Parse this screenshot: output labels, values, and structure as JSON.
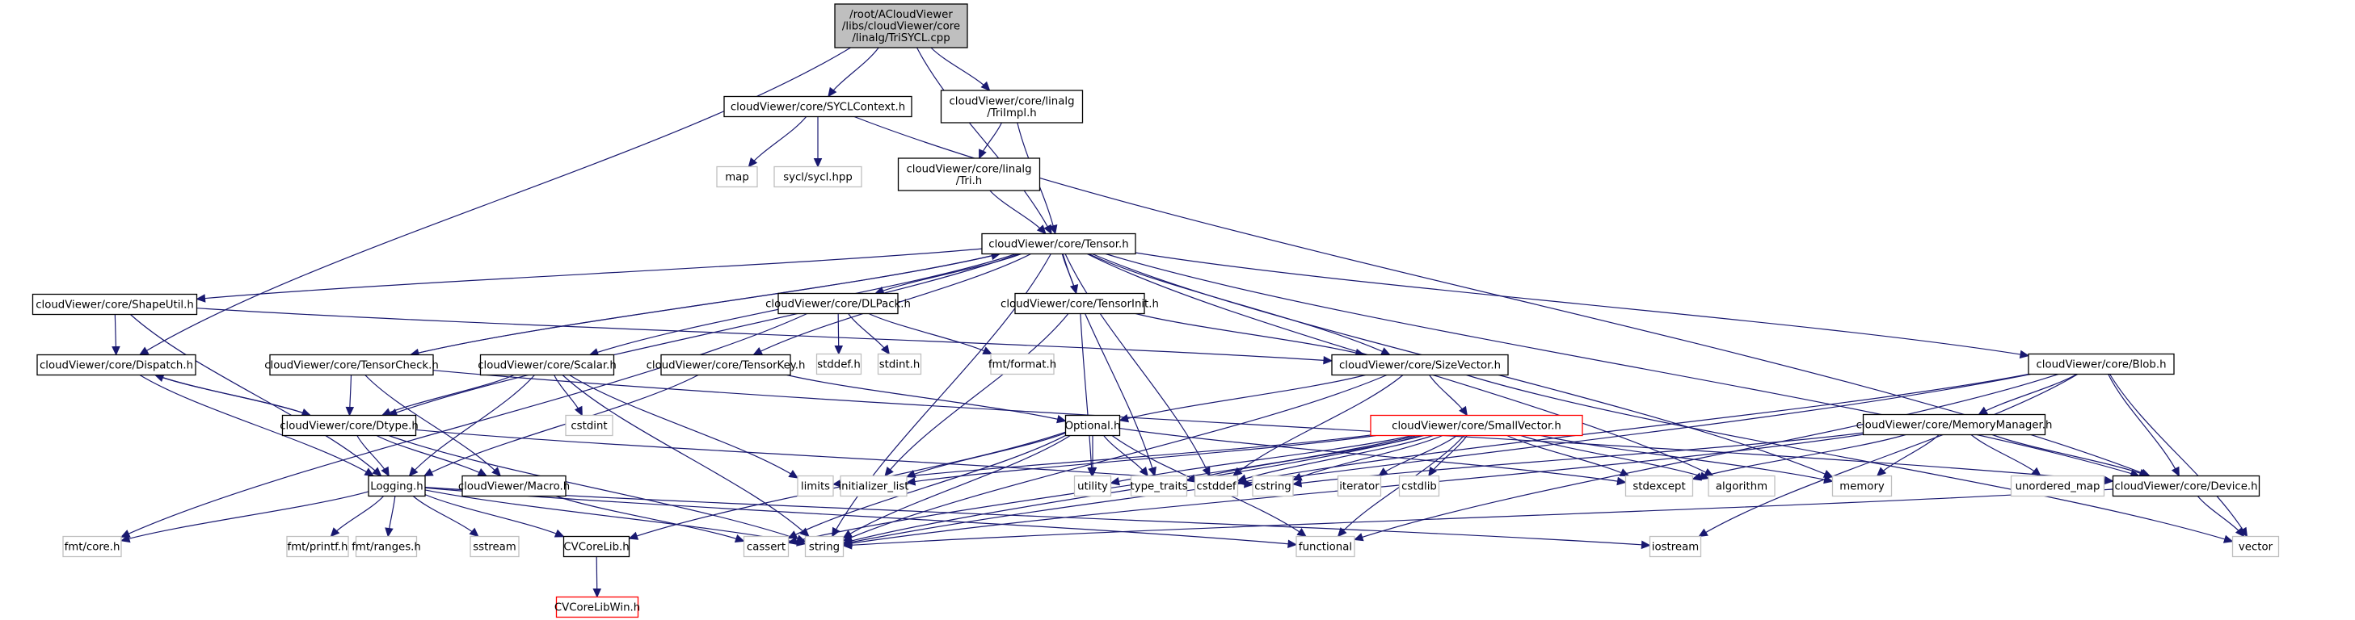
{
  "title": "Include dependency graph for TriSYCL.cpp",
  "colors": {
    "edge": "#191970",
    "root_fill": "#bfbfbf",
    "missing_border": "#ff0000",
    "system_border": "#bfbfbf"
  },
  "nodes": [
    {
      "id": "root",
      "kind": "root",
      "lines": [
        "/root/ACloudViewer",
        "/libs/cloudViewer/core",
        "/linalg/TriSYCL.cpp"
      ]
    },
    {
      "id": "syclctx",
      "kind": "local",
      "lines": [
        "cloudViewer/core/SYCLContext.h"
      ]
    },
    {
      "id": "triimpl",
      "kind": "local",
      "lines": [
        "cloudViewer/core/linalg",
        "/TriImpl.h"
      ]
    },
    {
      "id": "map",
      "kind": "system",
      "lines": [
        "map"
      ]
    },
    {
      "id": "syclhpp",
      "kind": "system",
      "lines": [
        "sycl/sycl.hpp"
      ]
    },
    {
      "id": "tri",
      "kind": "local",
      "lines": [
        "cloudViewer/core/linalg",
        "/Tri.h"
      ]
    },
    {
      "id": "tensor",
      "kind": "local",
      "lines": [
        "cloudViewer/core/Tensor.h"
      ]
    },
    {
      "id": "shapeutil",
      "kind": "local",
      "lines": [
        "cloudViewer/core/ShapeUtil.h"
      ]
    },
    {
      "id": "dlpack",
      "kind": "local",
      "lines": [
        "cloudViewer/core/DLPack.h"
      ]
    },
    {
      "id": "tensorinit",
      "kind": "local",
      "lines": [
        "cloudViewer/core/TensorInit.h"
      ]
    },
    {
      "id": "blob",
      "kind": "local",
      "lines": [
        "cloudViewer/core/Blob.h"
      ]
    },
    {
      "id": "dispatch",
      "kind": "local",
      "lines": [
        "cloudViewer/core/Dispatch.h"
      ]
    },
    {
      "id": "tensorcheck",
      "kind": "local",
      "lines": [
        "cloudViewer/core/TensorCheck.h"
      ]
    },
    {
      "id": "scalar",
      "kind": "local",
      "lines": [
        "cloudViewer/core/Scalar.h"
      ]
    },
    {
      "id": "tensorkey",
      "kind": "local",
      "lines": [
        "cloudViewer/core/TensorKey.h"
      ]
    },
    {
      "id": "stddef",
      "kind": "system",
      "lines": [
        "stddef.h"
      ]
    },
    {
      "id": "stdint",
      "kind": "system",
      "lines": [
        "stdint.h"
      ]
    },
    {
      "id": "fmtformat",
      "kind": "system",
      "lines": [
        "fmt/format.h"
      ]
    },
    {
      "id": "sizevector",
      "kind": "local",
      "lines": [
        "cloudViewer/core/SizeVector.h"
      ]
    },
    {
      "id": "dtype",
      "kind": "local",
      "lines": [
        "cloudViewer/core/Dtype.h"
      ]
    },
    {
      "id": "cstdint",
      "kind": "system",
      "lines": [
        "cstdint"
      ]
    },
    {
      "id": "optional",
      "kind": "local",
      "lines": [
        "Optional.h"
      ]
    },
    {
      "id": "smallvector",
      "kind": "missing",
      "lines": [
        "cloudViewer/core/SmallVector.h"
      ]
    },
    {
      "id": "memorymanager",
      "kind": "local",
      "lines": [
        "cloudViewer/core/MemoryManager.h"
      ]
    },
    {
      "id": "logging",
      "kind": "local",
      "lines": [
        "Logging.h"
      ]
    },
    {
      "id": "macro",
      "kind": "local",
      "lines": [
        "cloudViewer/Macro.h"
      ]
    },
    {
      "id": "limits",
      "kind": "system",
      "lines": [
        "limits"
      ]
    },
    {
      "id": "initlist",
      "kind": "system",
      "lines": [
        "initializer_list"
      ]
    },
    {
      "id": "utility",
      "kind": "system",
      "lines": [
        "utility"
      ]
    },
    {
      "id": "typetraits",
      "kind": "system",
      "lines": [
        "type_traits"
      ]
    },
    {
      "id": "cstddef",
      "kind": "system",
      "lines": [
        "cstddef"
      ]
    },
    {
      "id": "cstring",
      "kind": "system",
      "lines": [
        "cstring"
      ]
    },
    {
      "id": "iterator",
      "kind": "system",
      "lines": [
        "iterator"
      ]
    },
    {
      "id": "cstdlib",
      "kind": "system",
      "lines": [
        "cstdlib"
      ]
    },
    {
      "id": "stdexcept",
      "kind": "system",
      "lines": [
        "stdexcept"
      ]
    },
    {
      "id": "algorithm",
      "kind": "system",
      "lines": [
        "algorithm"
      ]
    },
    {
      "id": "memory",
      "kind": "system",
      "lines": [
        "memory"
      ]
    },
    {
      "id": "unorderedmap",
      "kind": "system",
      "lines": [
        "unordered_map"
      ]
    },
    {
      "id": "device",
      "kind": "local",
      "lines": [
        "cloudViewer/core/Device.h"
      ]
    },
    {
      "id": "fmtcore",
      "kind": "system",
      "lines": [
        "fmt/core.h"
      ]
    },
    {
      "id": "fmtprintf",
      "kind": "system",
      "lines": [
        "fmt/printf.h"
      ]
    },
    {
      "id": "fmtranges",
      "kind": "system",
      "lines": [
        "fmt/ranges.h"
      ]
    },
    {
      "id": "sstream",
      "kind": "system",
      "lines": [
        "sstream"
      ]
    },
    {
      "id": "cvcorelib",
      "kind": "local",
      "lines": [
        "CVCoreLib.h"
      ]
    },
    {
      "id": "cassert",
      "kind": "system",
      "lines": [
        "cassert"
      ]
    },
    {
      "id": "string",
      "kind": "system",
      "lines": [
        "string"
      ]
    },
    {
      "id": "functional",
      "kind": "system",
      "lines": [
        "functional"
      ]
    },
    {
      "id": "iostream",
      "kind": "system",
      "lines": [
        "iostream"
      ]
    },
    {
      "id": "vector",
      "kind": "system",
      "lines": [
        "vector"
      ]
    },
    {
      "id": "cvcorelibwin",
      "kind": "missing",
      "lines": [
        "CVCoreLibWin.h"
      ]
    }
  ],
  "edges": [
    [
      "root",
      "syclctx"
    ],
    [
      "root",
      "triimpl"
    ],
    [
      "root",
      "tensor"
    ],
    [
      "root",
      "dispatch"
    ],
    [
      "syclctx",
      "map"
    ],
    [
      "syclctx",
      "syclhpp"
    ],
    [
      "syclctx",
      "device"
    ],
    [
      "triimpl",
      "tri"
    ],
    [
      "triimpl",
      "tensor"
    ],
    [
      "tri",
      "tensor"
    ],
    [
      "tensor",
      "shapeutil"
    ],
    [
      "tensor",
      "dlpack"
    ],
    [
      "tensor",
      "tensorinit"
    ],
    [
      "tensor",
      "blob"
    ],
    [
      "tensor",
      "tensorcheck"
    ],
    [
      "tensor",
      "scalar"
    ],
    [
      "tensor",
      "tensorkey"
    ],
    [
      "tensor",
      "sizevector"
    ],
    [
      "tensor",
      "dtype"
    ],
    [
      "tensor",
      "device"
    ],
    [
      "tensor",
      "string"
    ],
    [
      "tensor",
      "typetraits"
    ],
    [
      "tensor",
      "cstddef"
    ],
    [
      "tensor",
      "memory"
    ],
    [
      "tensor",
      "algorithm"
    ],
    [
      "shapeutil",
      "dispatch"
    ],
    [
      "shapeutil",
      "sizevector"
    ],
    [
      "shapeutil",
      "logging"
    ],
    [
      "dlpack",
      "stddef"
    ],
    [
      "dlpack",
      "stdint"
    ],
    [
      "dlpack",
      "fmtformat"
    ],
    [
      "dlpack",
      "fmtcore"
    ],
    [
      "tensorinit",
      "sizevector"
    ],
    [
      "tensorinit",
      "initlist"
    ],
    [
      "tensorinit",
      "utility"
    ],
    [
      "blob",
      "memorymanager"
    ],
    [
      "blob",
      "device"
    ],
    [
      "blob",
      "cstddef"
    ],
    [
      "blob",
      "string"
    ],
    [
      "blob",
      "functional"
    ],
    [
      "blob",
      "iostream"
    ],
    [
      "blob",
      "vector"
    ],
    [
      "dispatch",
      "dtype"
    ],
    [
      "dispatch",
      "logging"
    ],
    [
      "tensorcheck",
      "dtype"
    ],
    [
      "tensorcheck",
      "tensor"
    ],
    [
      "tensorcheck",
      "macro"
    ],
    [
      "tensorcheck",
      "device"
    ],
    [
      "scalar",
      "dtype"
    ],
    [
      "scalar",
      "logging"
    ],
    [
      "scalar",
      "cstdint"
    ],
    [
      "scalar",
      "limits"
    ],
    [
      "scalar",
      "string"
    ],
    [
      "tensorkey",
      "optional"
    ],
    [
      "tensorkey",
      "logging"
    ],
    [
      "sizevector",
      "optional"
    ],
    [
      "sizevector",
      "smallvector"
    ],
    [
      "sizevector",
      "cstddef"
    ],
    [
      "sizevector",
      "string"
    ],
    [
      "sizevector",
      "vector"
    ],
    [
      "dtype",
      "logging"
    ],
    [
      "dtype",
      "macro"
    ],
    [
      "dtype",
      "dispatch"
    ],
    [
      "dtype",
      "string"
    ],
    [
      "dtype",
      "cstring"
    ],
    [
      "optional",
      "utility"
    ],
    [
      "optional",
      "typetraits"
    ],
    [
      "optional",
      "initlist"
    ],
    [
      "optional",
      "cassert"
    ],
    [
      "optional",
      "functional"
    ],
    [
      "optional",
      "stdexcept"
    ],
    [
      "optional",
      "string"
    ],
    [
      "optional",
      "cvcorelib"
    ],
    [
      "smallvector",
      "utility"
    ],
    [
      "smallvector",
      "typetraits"
    ],
    [
      "smallvector",
      "cstddef"
    ],
    [
      "smallvector",
      "cstring"
    ],
    [
      "smallvector",
      "iterator"
    ],
    [
      "smallvector",
      "cstdlib"
    ],
    [
      "smallvector",
      "algorithm"
    ],
    [
      "smallvector",
      "memory"
    ],
    [
      "smallvector",
      "stdexcept"
    ],
    [
      "smallvector",
      "initlist"
    ],
    [
      "smallvector",
      "limits"
    ],
    [
      "smallvector",
      "cassert"
    ],
    [
      "smallvector",
      "functional"
    ],
    [
      "smallvector",
      "string"
    ],
    [
      "memorymanager",
      "memory"
    ],
    [
      "memorymanager",
      "unorderedmap"
    ],
    [
      "memorymanager",
      "device"
    ],
    [
      "memorymanager",
      "stdexcept"
    ],
    [
      "memorymanager",
      "string"
    ],
    [
      "memorymanager",
      "cstring"
    ],
    [
      "logging",
      "fmtcore"
    ],
    [
      "logging",
      "fmtprintf"
    ],
    [
      "logging",
      "fmtranges"
    ],
    [
      "logging",
      "sstream"
    ],
    [
      "logging",
      "cvcorelib"
    ],
    [
      "logging",
      "string"
    ],
    [
      "logging",
      "functional"
    ],
    [
      "logging",
      "iostream"
    ],
    [
      "macro",
      "cassert"
    ],
    [
      "device",
      "string"
    ],
    [
      "device",
      "vector"
    ],
    [
      "cvcorelib",
      "cvcorelibwin"
    ]
  ]
}
